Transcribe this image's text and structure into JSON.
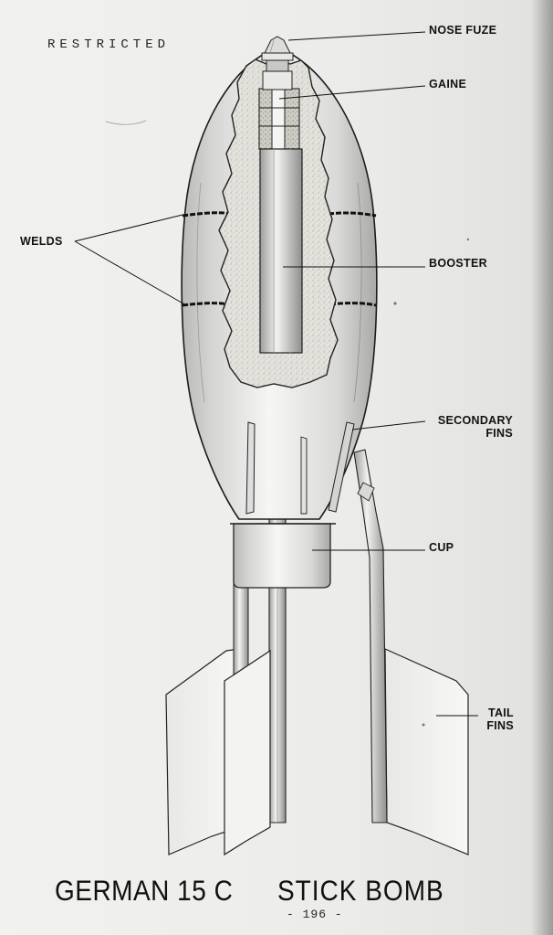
{
  "header": {
    "classification": "RESTRICTED"
  },
  "labels": {
    "nose_fuze": "NOSE FUZE",
    "gaine": "GAINE",
    "welds": "WELDS",
    "booster": "BOOSTER",
    "secondary_fins_1": "SECONDARY",
    "secondary_fins_2": "FINS",
    "cup": "CUP",
    "tail_fins_1": "TAIL",
    "tail_fins_2": "FINS"
  },
  "title": {
    "left": "GERMAN 15 C",
    "right": "STICK BOMB"
  },
  "footer": {
    "page_number": "- 196 -"
  },
  "colors": {
    "ink": "#111111",
    "paper": "#efefed",
    "explosive_fill": "#e2e0da"
  }
}
